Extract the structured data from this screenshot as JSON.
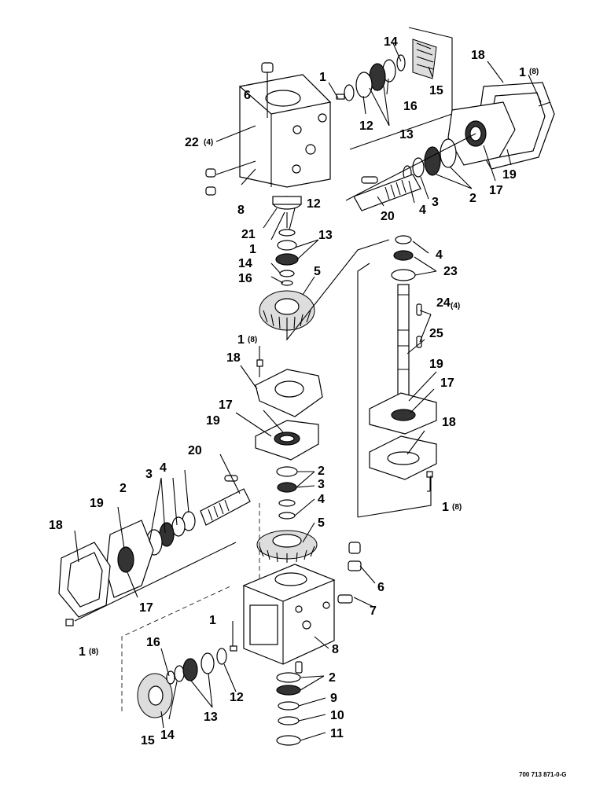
{
  "drawing_code": "700 713 871-0-G",
  "labels": [
    {
      "id": "l1",
      "text": "1"
    },
    {
      "id": "l2",
      "text": "14"
    },
    {
      "id": "l3",
      "text": "15"
    },
    {
      "id": "l4",
      "text": "16"
    },
    {
      "id": "l5",
      "text": "12"
    },
    {
      "id": "l6",
      "text": "13"
    },
    {
      "id": "l7",
      "text": "18"
    },
    {
      "id": "l8",
      "text": "1"
    },
    {
      "id": "l9",
      "text": "6"
    },
    {
      "id": "l10",
      "text": "22"
    },
    {
      "id": "l11",
      "text": "8"
    },
    {
      "id": "l12",
      "text": "19"
    },
    {
      "id": "l13",
      "text": "17"
    },
    {
      "id": "l14",
      "text": "2"
    },
    {
      "id": "l15",
      "text": "3"
    },
    {
      "id": "l16",
      "text": "4"
    },
    {
      "id": "l17",
      "text": "20"
    },
    {
      "id": "l18",
      "text": "21"
    },
    {
      "id": "l19",
      "text": "12"
    },
    {
      "id": "l20",
      "text": "1"
    },
    {
      "id": "l21",
      "text": "13"
    },
    {
      "id": "l22",
      "text": "14"
    },
    {
      "id": "l23",
      "text": "16"
    },
    {
      "id": "l24",
      "text": "5"
    },
    {
      "id": "l25",
      "text": "4"
    },
    {
      "id": "l26",
      "text": "23"
    },
    {
      "id": "l27",
      "text": "24"
    },
    {
      "id": "l28",
      "text": "25"
    },
    {
      "id": "l29",
      "text": "1"
    },
    {
      "id": "l30",
      "text": "18"
    },
    {
      "id": "l31",
      "text": "19"
    },
    {
      "id": "l32",
      "text": "17"
    },
    {
      "id": "l33",
      "text": "17"
    },
    {
      "id": "l34",
      "text": "19"
    },
    {
      "id": "l35",
      "text": "18"
    },
    {
      "id": "l36",
      "text": "20"
    },
    {
      "id": "l37",
      "text": "2"
    },
    {
      "id": "l38",
      "text": "3"
    },
    {
      "id": "l39",
      "text": "4"
    },
    {
      "id": "l40",
      "text": "2"
    },
    {
      "id": "l41",
      "text": "3"
    },
    {
      "id": "l42",
      "text": "4"
    },
    {
      "id": "l43",
      "text": "1"
    },
    {
      "id": "l44",
      "text": "5"
    },
    {
      "id": "l45",
      "text": "19"
    },
    {
      "id": "l46",
      "text": "18"
    },
    {
      "id": "l47",
      "text": "17"
    },
    {
      "id": "l48",
      "text": "6"
    },
    {
      "id": "l49",
      "text": "7"
    },
    {
      "id": "l50",
      "text": "1"
    },
    {
      "id": "l51",
      "text": "1"
    },
    {
      "id": "l52",
      "text": "16"
    },
    {
      "id": "l53",
      "text": "8"
    },
    {
      "id": "l54",
      "text": "12"
    },
    {
      "id": "l55",
      "text": "13"
    },
    {
      "id": "l56",
      "text": "15"
    },
    {
      "id": "l57",
      "text": "14"
    },
    {
      "id": "l58",
      "text": "2"
    },
    {
      "id": "l59",
      "text": "9"
    },
    {
      "id": "l60",
      "text": "10"
    },
    {
      "id": "l61",
      "text": "11"
    }
  ],
  "quantities": [
    {
      "id": "q1",
      "text": "(8)"
    },
    {
      "id": "q2",
      "text": "(4)"
    },
    {
      "id": "q3",
      "text": "(8)"
    },
    {
      "id": "q4",
      "text": "(4)"
    },
    {
      "id": "q5",
      "text": "(8)"
    },
    {
      "id": "q6",
      "text": "(8)"
    }
  ]
}
